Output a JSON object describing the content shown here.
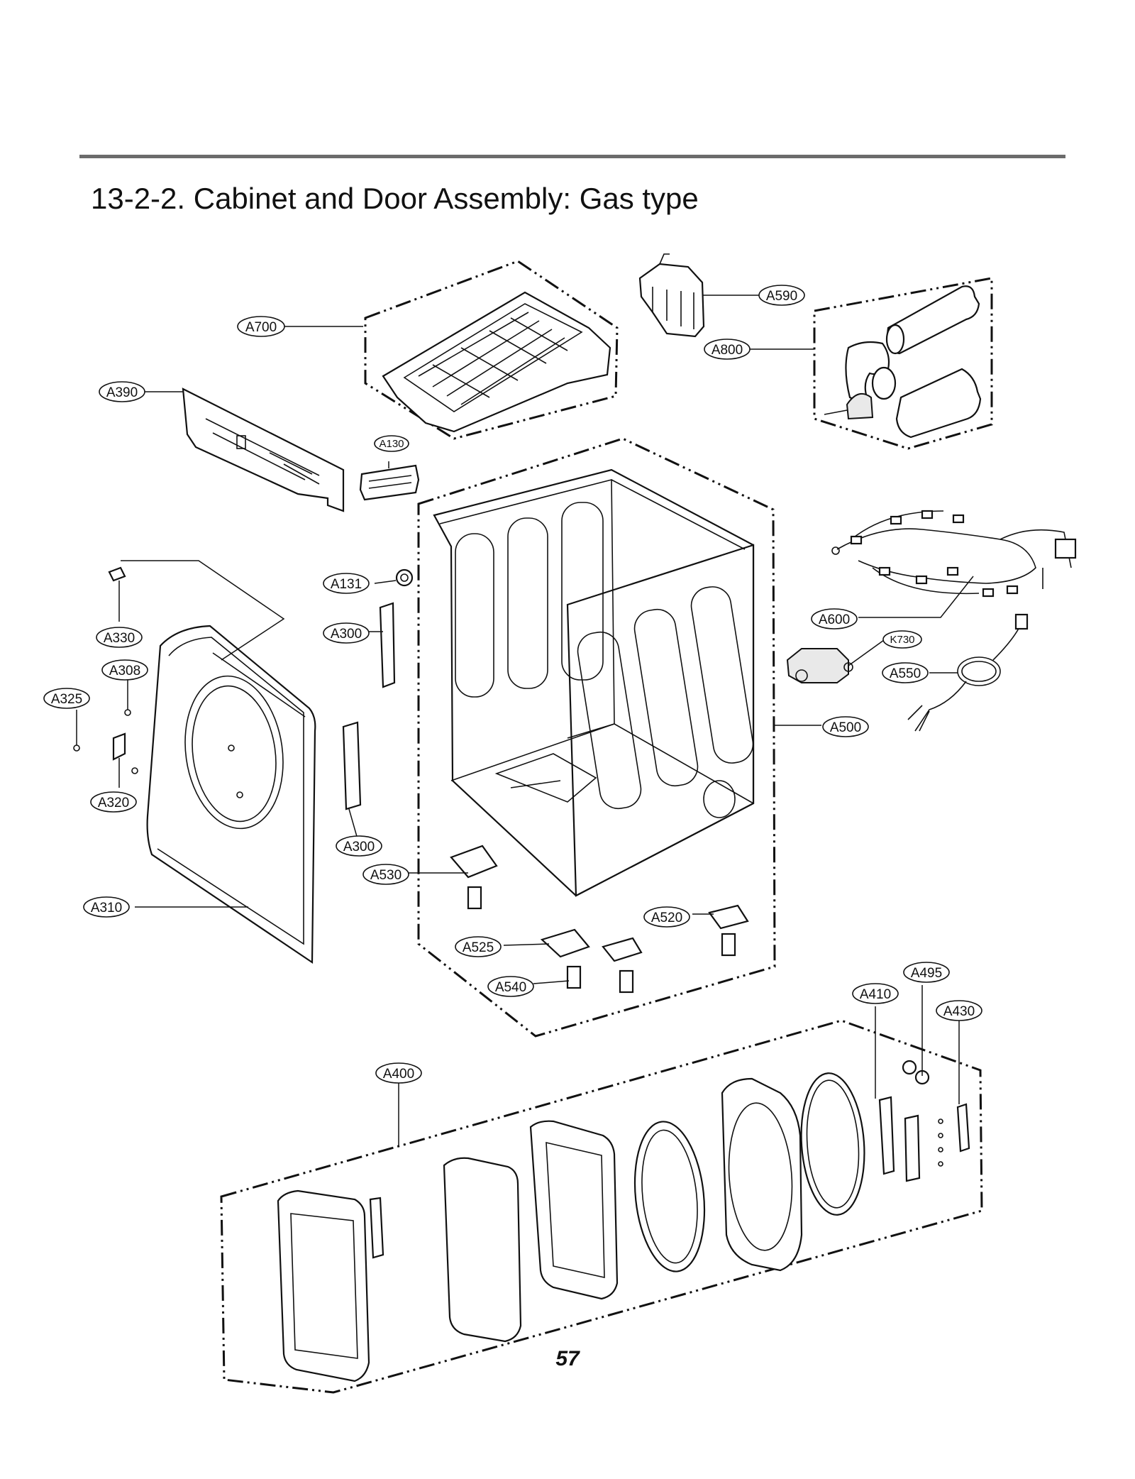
{
  "title": "13-2-2. Cabinet and Door Assembly: Gas type",
  "page_number": "57",
  "part_labels": {
    "A700": "A700",
    "A590": "A590",
    "A800": "A800",
    "A390": "A390",
    "A130": "A130",
    "A131": "A131",
    "A600": "A600",
    "K730": "K730",
    "A550": "A550",
    "A500": "A500",
    "A330": "A330",
    "A300a": "A300",
    "A308": "A308",
    "A325": "A325",
    "A320": "A320",
    "A300b": "A300",
    "A530": "A530",
    "A310": "A310",
    "A520": "A520",
    "A525": "A525",
    "A540": "A540",
    "A495": "A495",
    "A410": "A410",
    "A430": "A430",
    "A400": "A400"
  }
}
